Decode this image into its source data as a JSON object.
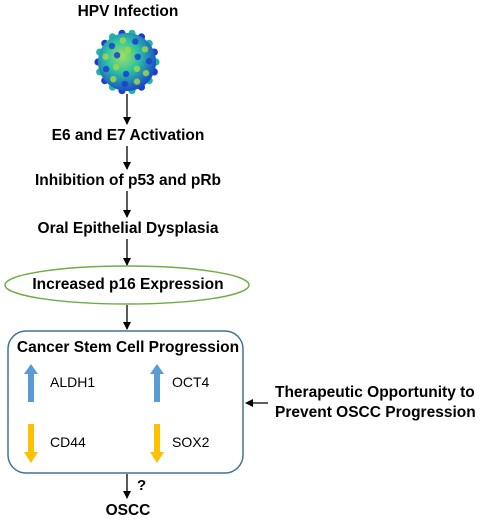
{
  "flow": {
    "top_label": "HPV Infection",
    "steps": [
      "E6 and E7 Activation",
      "Inhibition of p53 and pRb",
      "Oral Epithelial Dysplasia"
    ],
    "highlighted_step": "Increased p16 Expression",
    "box": {
      "title": "Cancer Stem Cell Progression",
      "markers": [
        {
          "label": "ALDH1",
          "direction": "up",
          "color": "#5b9bd5"
        },
        {
          "label": "OCT4",
          "direction": "up",
          "color": "#5b9bd5"
        },
        {
          "label": "CD44",
          "direction": "down",
          "color": "#ffc000"
        },
        {
          "label": "SOX2",
          "direction": "down",
          "color": "#ffc000"
        }
      ]
    },
    "uncertain_mark": "?",
    "outcome": "OSCC"
  },
  "therapeutic_note": {
    "line1": "Therapeutic Opportunity to",
    "line2": "Prevent OSCC Progression"
  },
  "colors": {
    "ellipse_border": "#70ad47",
    "box_border": "#41719c",
    "virus_primary": "#1fb5a8",
    "virus_accent": "#1a3fd0",
    "virus_highlight": "#9ad84a"
  },
  "icons": {
    "virus": "hpv-virus-icon"
  }
}
